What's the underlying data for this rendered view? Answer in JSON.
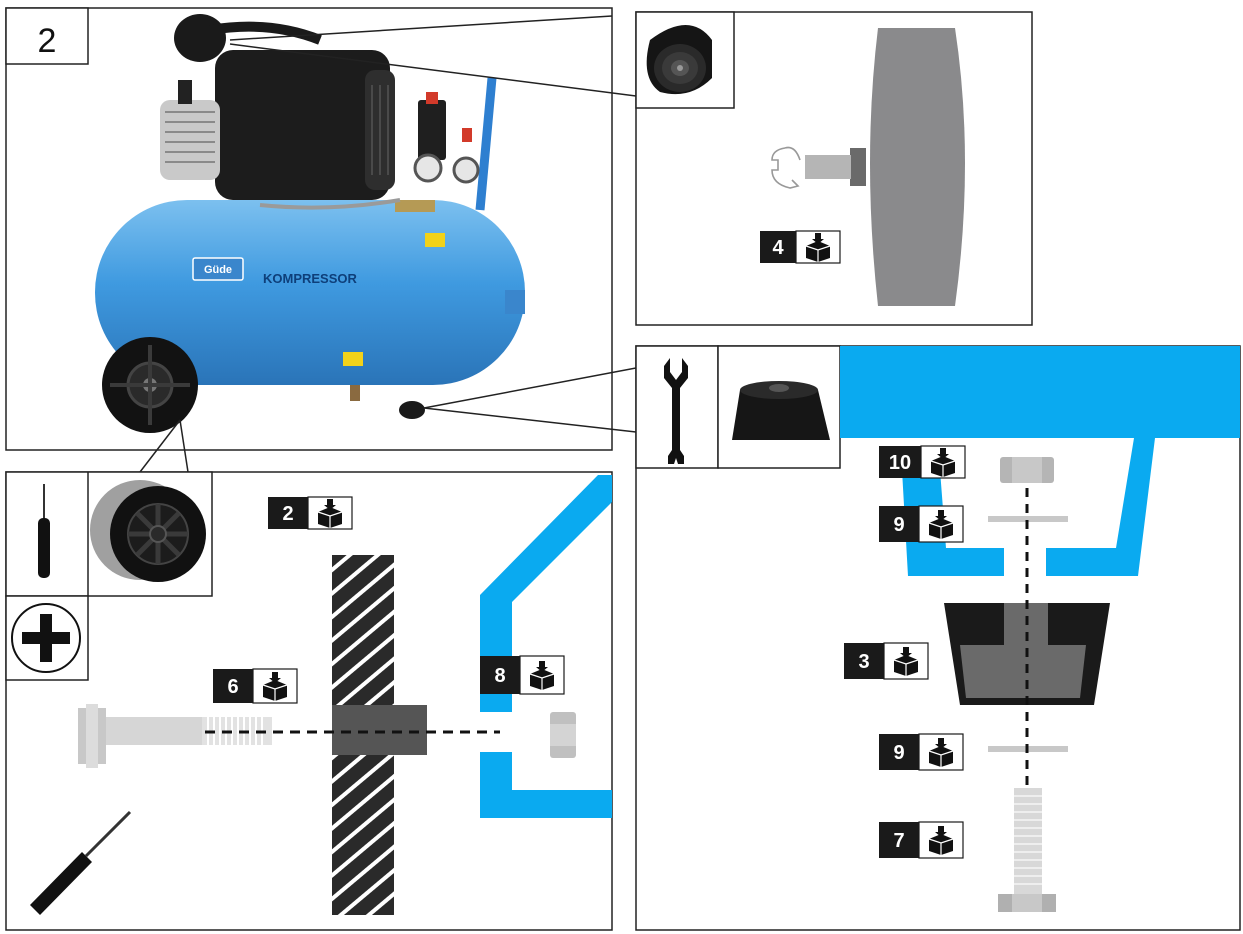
{
  "step": {
    "number": "2"
  },
  "compressor": {
    "brand": "Güde",
    "model_label": "KOMPRESSOR"
  },
  "parts": {
    "p2": "2",
    "p3": "3",
    "p4": "4",
    "p6": "6",
    "p7": "7",
    "p8": "8",
    "p9a": "9",
    "p9b": "9",
    "p10": "10"
  },
  "colors": {
    "tank_blue": "#4aa0e0",
    "accent_blue": "#0aaaf0",
    "label_black": "#1a1a1a",
    "outline": "#222222"
  },
  "icons": {
    "box_icon": "package-box-icon",
    "tools": [
      "screwdriver-icon",
      "wrench-icon",
      "phillips-cross-icon"
    ]
  }
}
